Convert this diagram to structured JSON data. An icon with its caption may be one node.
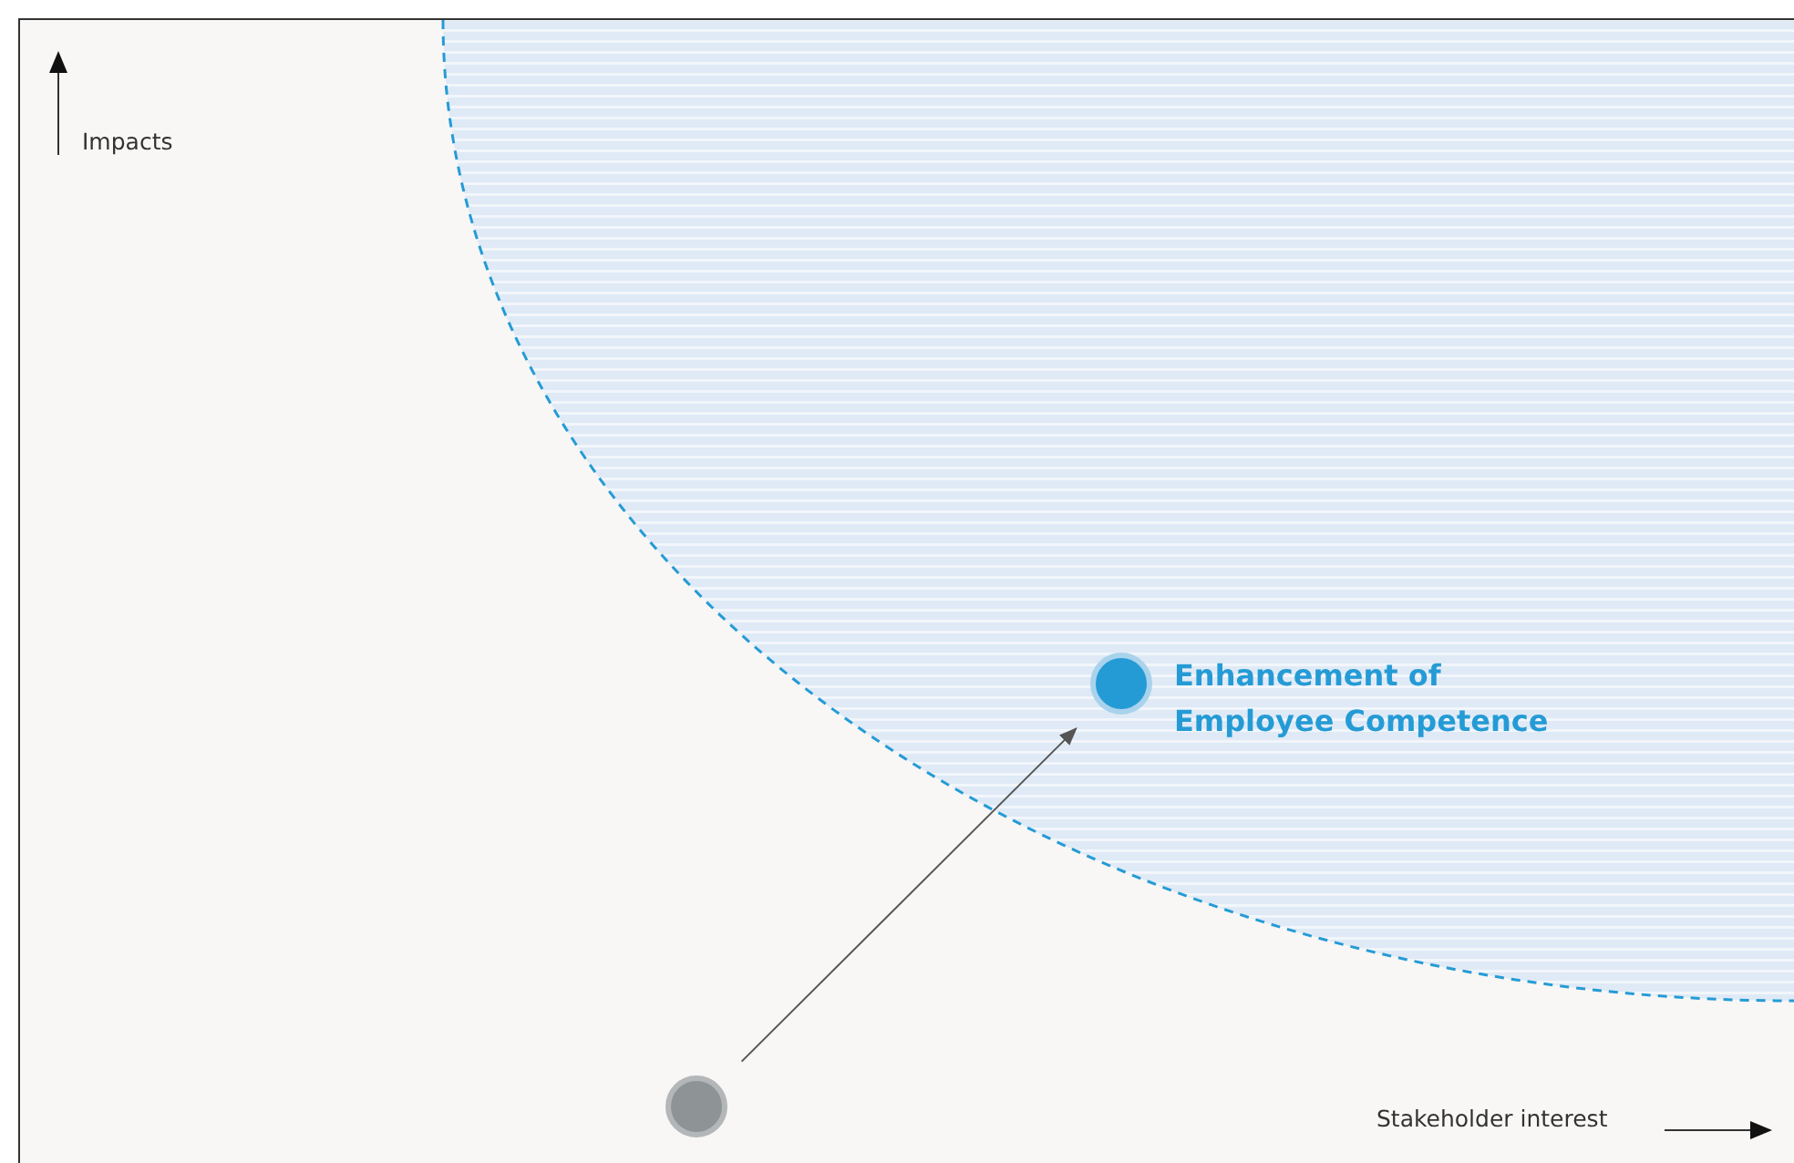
{
  "diagram": {
    "nodes": [
      {
        "text": [],
        "shape": "circle"
      },
      {
        "text": [],
        "shape": "circle",
        "beside": [
          "Enhancement of Employee Competence"
        ]
      }
    ],
    "edges": [
      {
        "from": 0,
        "to": 1,
        "arrow": "to"
      }
    ],
    "labels": [
      "Impacts",
      "Stakeholder interest"
    ]
  }
}
